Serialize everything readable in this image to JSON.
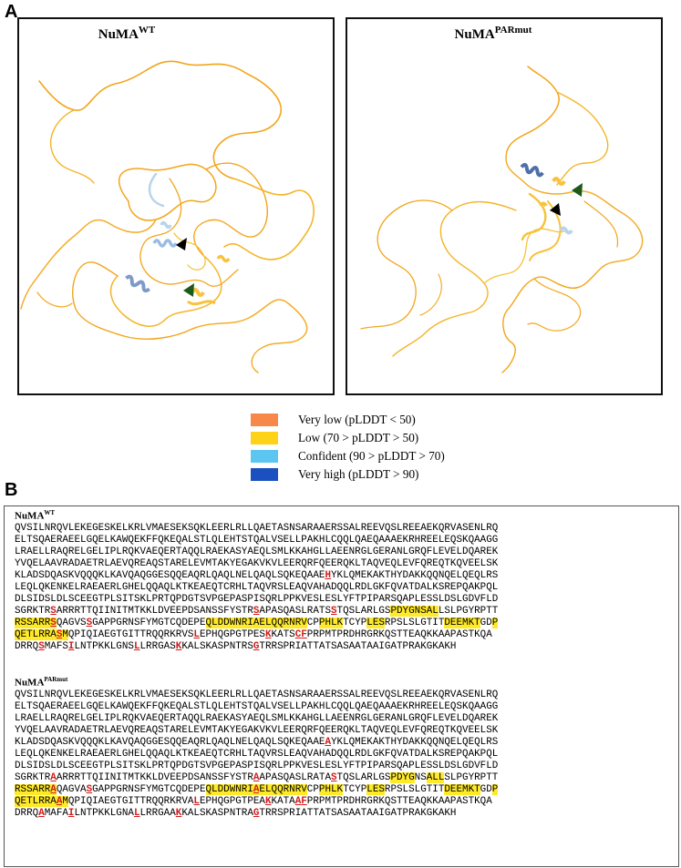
{
  "panel_a": {
    "label": "A",
    "wt_title_main": "NuMA",
    "wt_title_sup": "WT",
    "mut_title_main": "NuMA",
    "mut_title_sup": "PARmut",
    "legend": [
      {
        "label": "Very low (pLDDT < 50)",
        "color": "#f7884a"
      },
      {
        "label": "Low (70 > pLDDT > 50)",
        "color": "#ffd21a"
      },
      {
        "label": "Confident (90 > pLDDT > 70)",
        "color": "#5cc6f0"
      },
      {
        "label": "Very high (pLDDT > 90)",
        "color": "#1a50c0"
      }
    ],
    "colors": {
      "strand": "#f2a51c",
      "strand_light": "#f8c23a",
      "helix": "#7e9ac8",
      "helix_light": "#b8d4ec",
      "arrow_black": "#000000",
      "arrow_green": "#1c5a1c"
    }
  },
  "panel_b": {
    "label": "B",
    "wt": {
      "title_main": "NuMA",
      "title_sup": "WT",
      "lines": [
        "QVSILNRQVLEKEGESKELKRLVMAESEKSQKLEERLRLLQAETASNSARAAERSSALREEVQSLREEAEKQRVASENLRQ",
        "ELTSQAERAEELGQELKAWQEKFFQKEQALSTLQLEHTSTQALVSELLPAKHLCQQLQAEQAAAEKRHREELEQSKQAAGG",
        "LRAELLRAQRELGELIPLRQKVAEQERTAQQLRAEKASYAEQLSMLKKAHGLLAEENRGLGERANLGRQFLEVELDQAREK",
        "YVQELAAVRADAETRLAEVQREAQSTARELEVMTAKYEGAKVKVLEERQRFQEERQKLTAQVEQLEVFQREQTKQVEELSK",
        "KLADSDQASKVQQQKLKAVQAQGGESQQEAQRLQAQLNELQAQLSQKEQAAEHYKLQMEKAKTHYDAKKQQNQELQEQLRS",
        "LEQLQKENKELRAEAERLGHELQQAQLKTKEAEQTCRHLTAQVRSLEAQVAHADQQLRDLGKFQVATDALKSREPQAKPQL",
        "DLSIDSLDLSCEEGTPLSITSKLPRTQPDGTSVPGEPASPISQRLPPKVESLESLYFTPIPARSQAPLESSLDSLGDVFLD",
        "SGRKTRSARRRTTQIINITMTKKLDVEEPDSANSSFYSTRSAPASQASLRATSSTQSLARLGSPDYGNSALLSLPGYRPTT",
        "RSSARRSQAGVSSGAPPGRNSFYMGTCQDEPEQLDDWNRIAELQQRNRVCPPHLKTCYPLESRPSLSLGTITDEEMKTGDP",
        "QETLRRASMQPIQIAEGTGITTRQQRKRVSLEPHQGPGTPESKKATSCFPRPMTPRDHRGRKQSTTEAQKKAAPASTKQA",
        "DRRQSMAFSILNTPKKLGNSLLRRGASKKALSKASPNTRSGTRRSPRIATTATSASAATAAIGATPRAKGKAKH"
      ]
    },
    "mut": {
      "title_main": "NuMA",
      "title_sup": "PARmut",
      "lines": [
        "QVSILNRQVLEKEGESKELKRLVMAESEKSQKLEERLRLLQAETASNSARAAERSSALREEVQSLREEAEKQRVASENLRQ",
        "ELTSQAERAEELGQELKAWQEKFFQKEQALSTLQLEHTSTQALVSELLPAKHLCQQLQAEQAAAEKRHREELEQSKQAAGG",
        "LRAELLRAQRELGELIPLRQKVAEQERTAQQLRAEKASYAEQLSMLKKAHGLLAEENRGLGERANLGRQFLEVELDQAREK",
        "YVQELAAVRADAETRLAEVQREAQSTARELEVMTAKYEGAKVKVLEERQRFQEERQKLTAQVEQLEVFQREQTKQVEELSK",
        "KLADSDQASKVQQQKLKAVQAQGGESQQEAQRLQAQLNELQAQLSQKEQAAEAYKLQMEKAKTHYDAKKQQNQELQEQLRS",
        "LEQLQKENKELRAEAERLGHELQQAQLKTKEAEQTCRHLTAQVRSLEAQVAHADQQLRDLGKFQVATDALKSREPQAKPQL",
        "DLSIDSLDLSCEEGTPLSITSKLPRTQPDGTSVPGEPASPISQRLPPKVESLESLYFTPIPARSQAPLESSLDSLGDVFLD",
        "SGRKTRAARRRTTQIINITMTKKLDVEEPDSANSSFYSTRAAPASQASLRATASTQSLARLGSPDYGNSALLSLPGYRPTT",
        "RSSARRAQAGVASGAPPGRNSFYMGTCQDEPEQLDDWNRIAELQQRNRVCPPHLKTCYPLESRPSLSLGTITDEEMKTGDP",
        "QETLRRAAMQPIQIAEGTGITTRQQRKRVALEPHQGPGTPEAKKATAAFPRPMTPRDHRGRKQSTTEAQKKAAPASTKQA",
        "DRRQAMAFAILNTPKKLGNALLRRGAAKKALSKASPNTRAGTRRSPRIATTATSASAATAAIGATPRAKGKAKH"
      ]
    }
  }
}
